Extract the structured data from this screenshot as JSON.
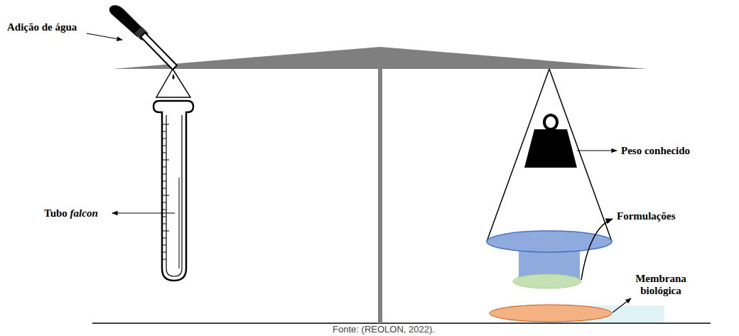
{
  "diagram": {
    "caption": "Fonte: (REOLON, 2022).",
    "labels": [
      "Adição de água",
      "Tubo falcon",
      "Peso conhecido",
      "Formulações",
      "Membrana biológica"
    ]
  }
}
